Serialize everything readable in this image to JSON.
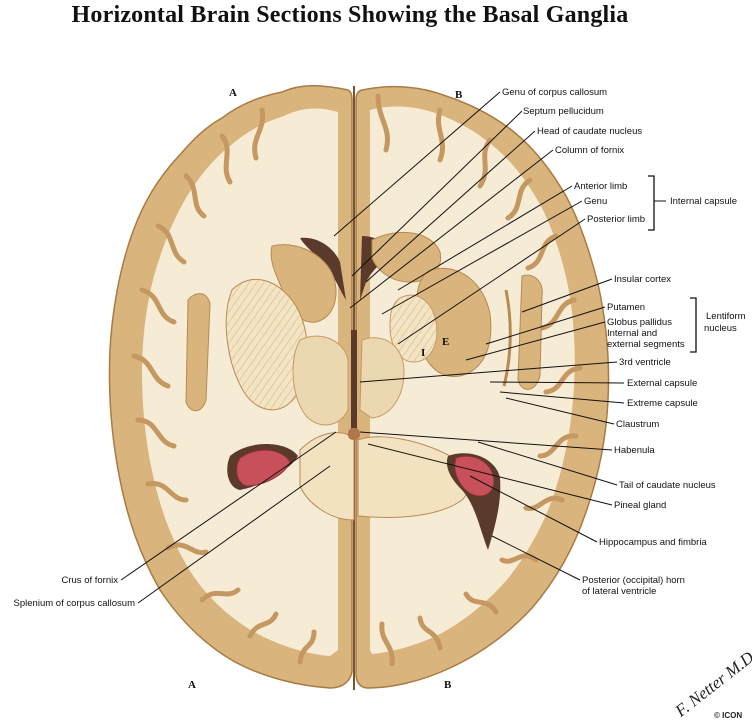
{
  "title": "Horizontal Brain Sections Showing the Basal Ganglia",
  "plane_markers": {
    "top_left": "A",
    "top_right": "B",
    "bottom_left": "A",
    "bottom_right": "B",
    "region_I": "I",
    "region_E": "E"
  },
  "labels": {
    "genu_corpus_callosum": "Genu of corpus callosum",
    "septum_pellucidum": "Septum pellucidum",
    "head_caudate": "Head of caudate nucleus",
    "column_fornix": "Column of fornix",
    "anterior_limb": "Anterior limb",
    "genu": "Genu",
    "posterior_limb": "Posterior limb",
    "internal_capsule": "Internal capsule",
    "insular_cortex": "Insular cortex",
    "putamen": "Putamen",
    "globus_pallidus": "Globus pallidus",
    "internal_external_1": "Internal and",
    "internal_external_2": "external segments",
    "lentiform_1": "Lentiform",
    "lentiform_2": "nucleus",
    "third_ventricle": "3rd ventricle",
    "external_capsule": "External capsule",
    "extreme_capsule": "Extreme capsule",
    "claustrum": "Claustrum",
    "habenula": "Habenula",
    "tail_caudate": "Tail of caudate nucleus",
    "pineal_gland": "Pineal gland",
    "hippocampus_fimbria": "Hippocampus and fimbria",
    "posterior_horn_1": "Posterior (occipital) horn",
    "posterior_horn_2": "of lateral ventricle",
    "crus_fornix": "Crus of fornix",
    "splenium": "Splenium of corpus callosum"
  },
  "signature": "F. Netter M.D.",
  "copyright": "© ICON",
  "colors": {
    "white_matter": "#f6ecd6",
    "gray_matter": "#d9b47c",
    "gray_edge": "#b88a52",
    "ventricle": "#5a3a2a",
    "hippocampus": "#c8505a"
  }
}
